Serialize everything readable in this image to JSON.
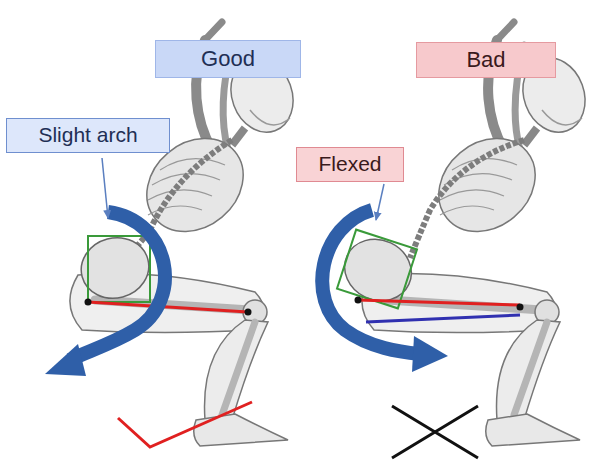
{
  "diagram": {
    "nodes": [
      {
        "text": [
          "Good"
        ]
      },
      {
        "text": [
          "Bad"
        ]
      },
      {
        "text": [
          "Slight arch"
        ]
      },
      {
        "text": [
          "Flexed"
        ]
      }
    ]
  }
}
